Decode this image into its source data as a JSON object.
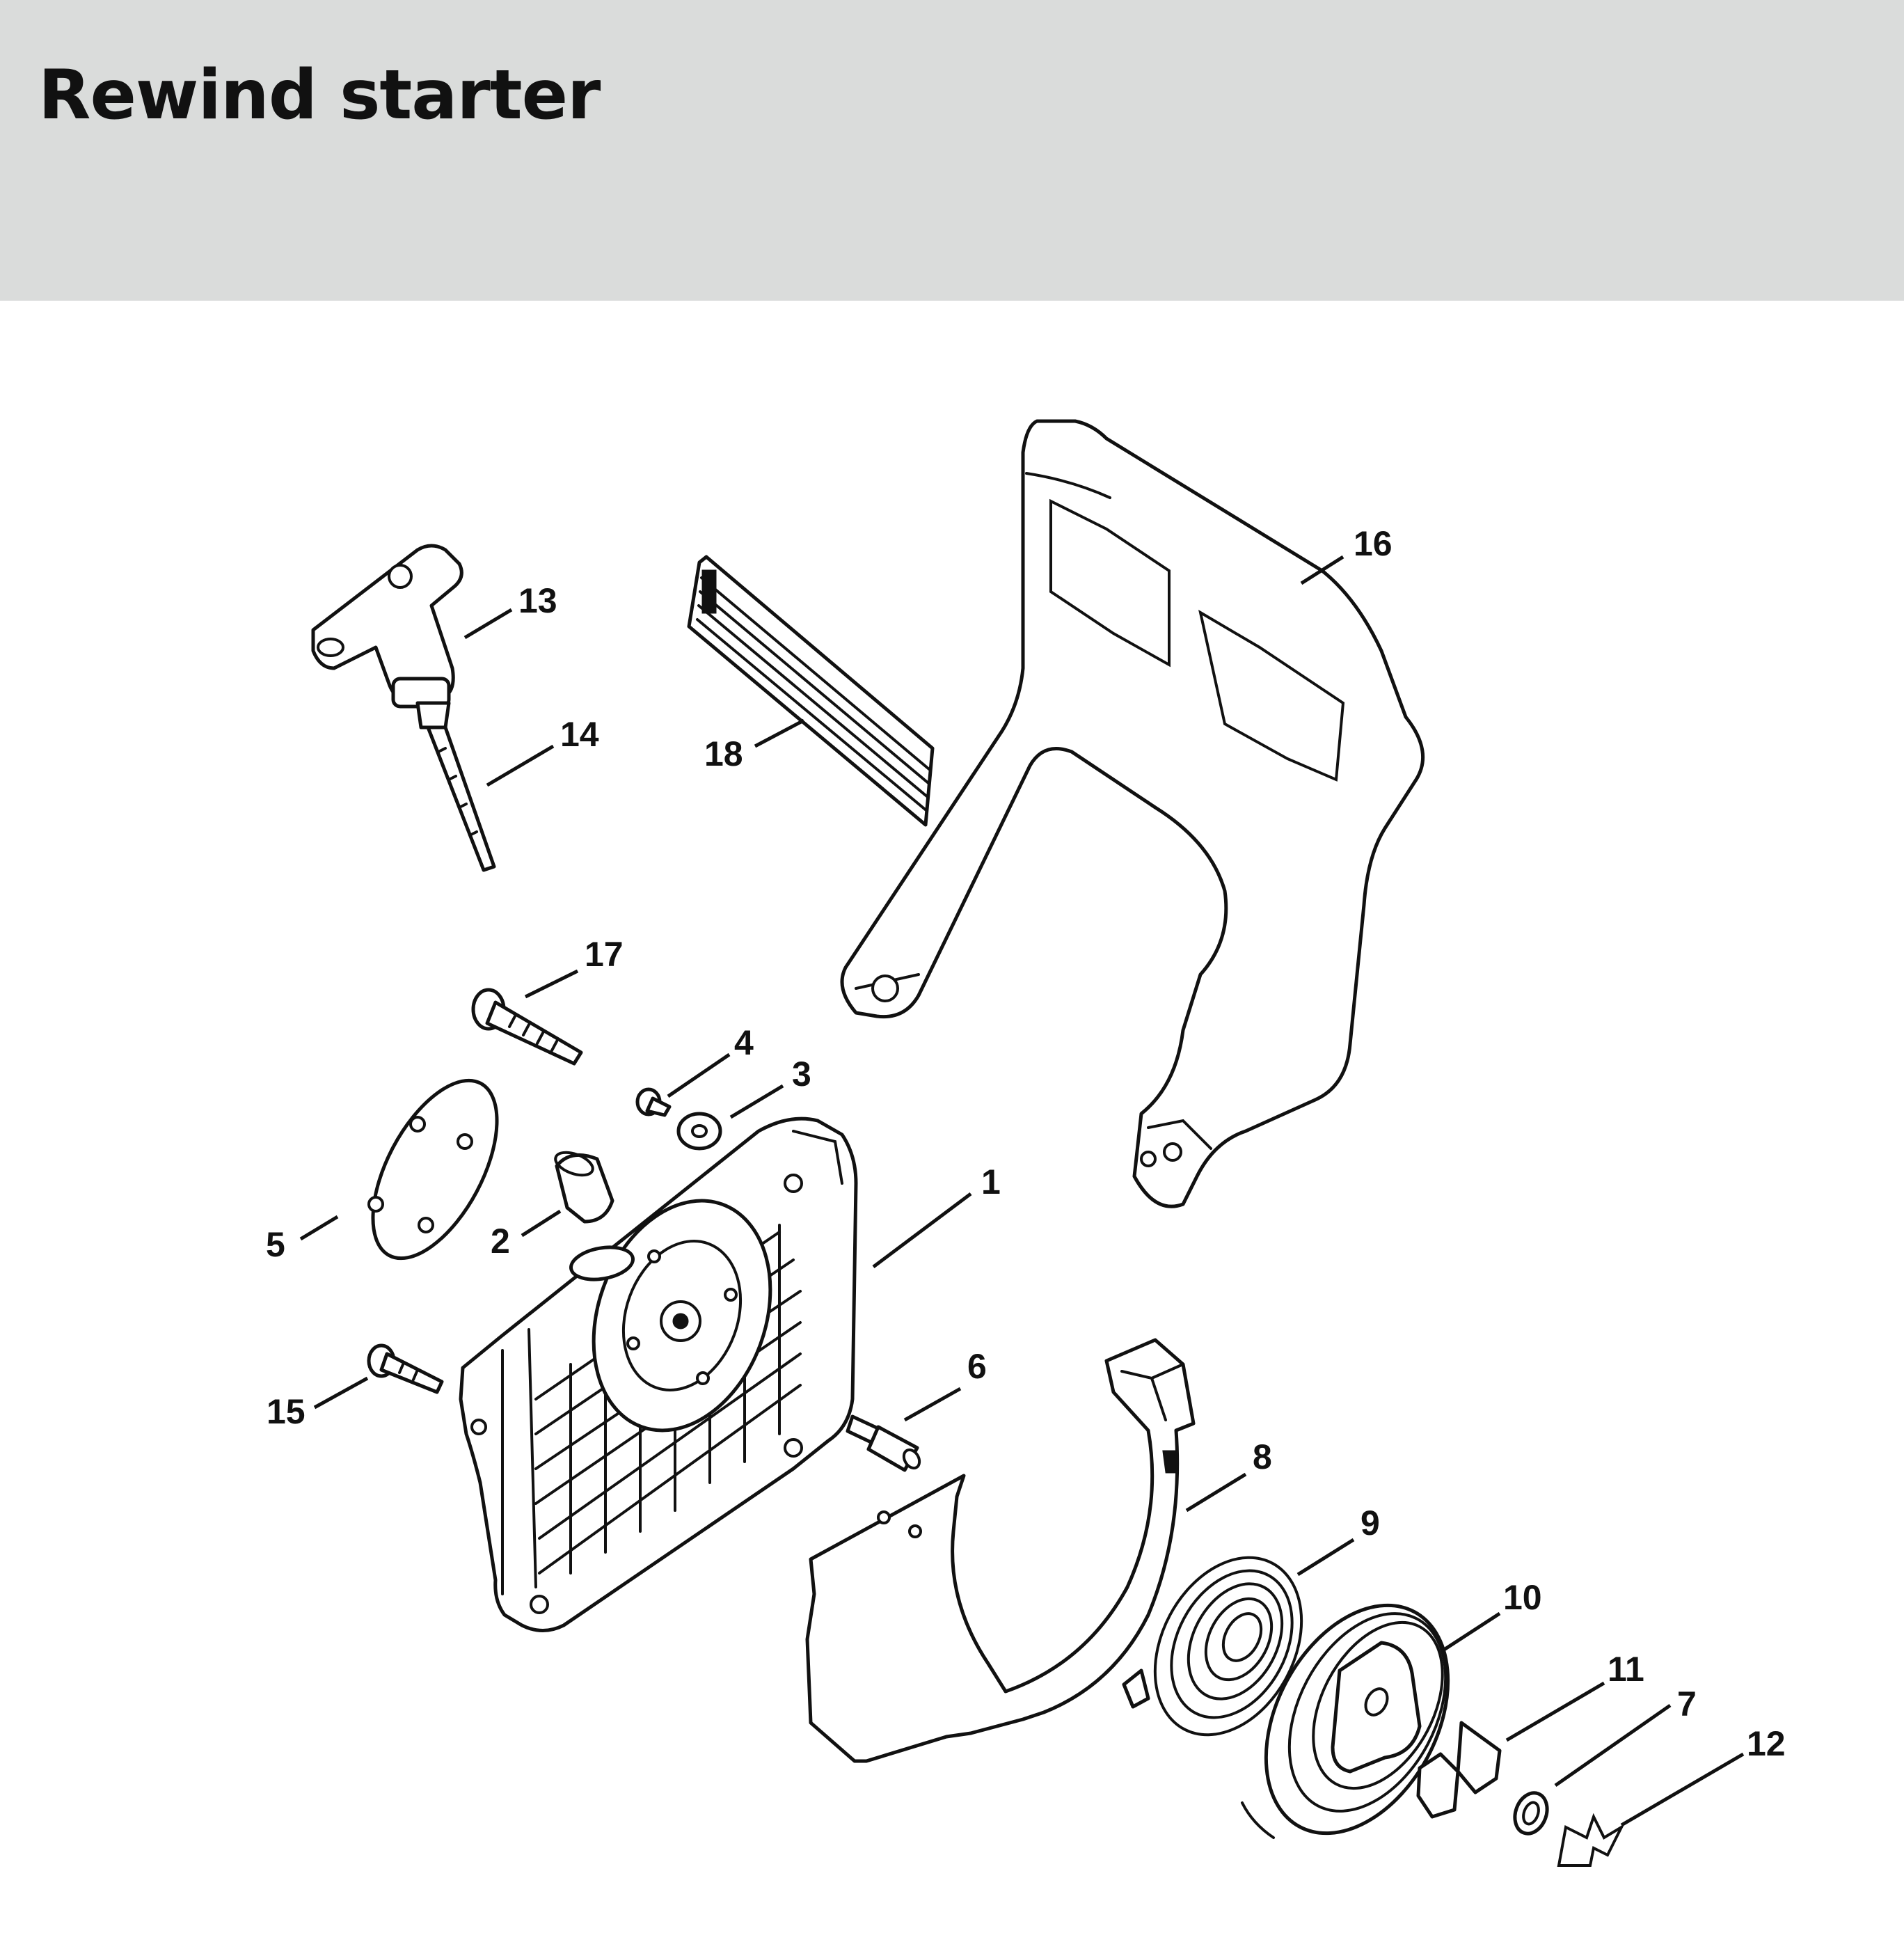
{
  "page": {
    "title": "Rewind starter",
    "colors": {
      "header_bg": "#dadcdb",
      "line": "#111111",
      "background": "#ffffff"
    }
  },
  "parts": [
    {
      "id": "1",
      "label": "1",
      "name": "starter-cover"
    },
    {
      "id": "2",
      "label": "2",
      "name": "knob"
    },
    {
      "id": "3",
      "label": "3",
      "name": "washer"
    },
    {
      "id": "4",
      "label": "4",
      "name": "small-screw"
    },
    {
      "id": "5",
      "label": "5",
      "name": "cover-plate"
    },
    {
      "id": "6",
      "label": "6",
      "name": "spacer-stud"
    },
    {
      "id": "7",
      "label": "7",
      "name": "ring"
    },
    {
      "id": "8",
      "label": "8",
      "name": "guide-plate"
    },
    {
      "id": "9",
      "label": "9",
      "name": "rewind-spring"
    },
    {
      "id": "10",
      "label": "10",
      "name": "rope-rotor"
    },
    {
      "id": "11",
      "label": "11",
      "name": "pawl"
    },
    {
      "id": "12",
      "label": "12",
      "name": "spring-clip"
    },
    {
      "id": "13",
      "label": "13",
      "name": "starter-grip"
    },
    {
      "id": "14",
      "label": "14",
      "name": "starter-rope"
    },
    {
      "id": "15",
      "label": "15",
      "name": "short-screw"
    },
    {
      "id": "16",
      "label": "16",
      "name": "hand-guard"
    },
    {
      "id": "17",
      "label": "17",
      "name": "long-screw"
    },
    {
      "id": "18",
      "label": "18",
      "name": "label-sticker"
    }
  ]
}
